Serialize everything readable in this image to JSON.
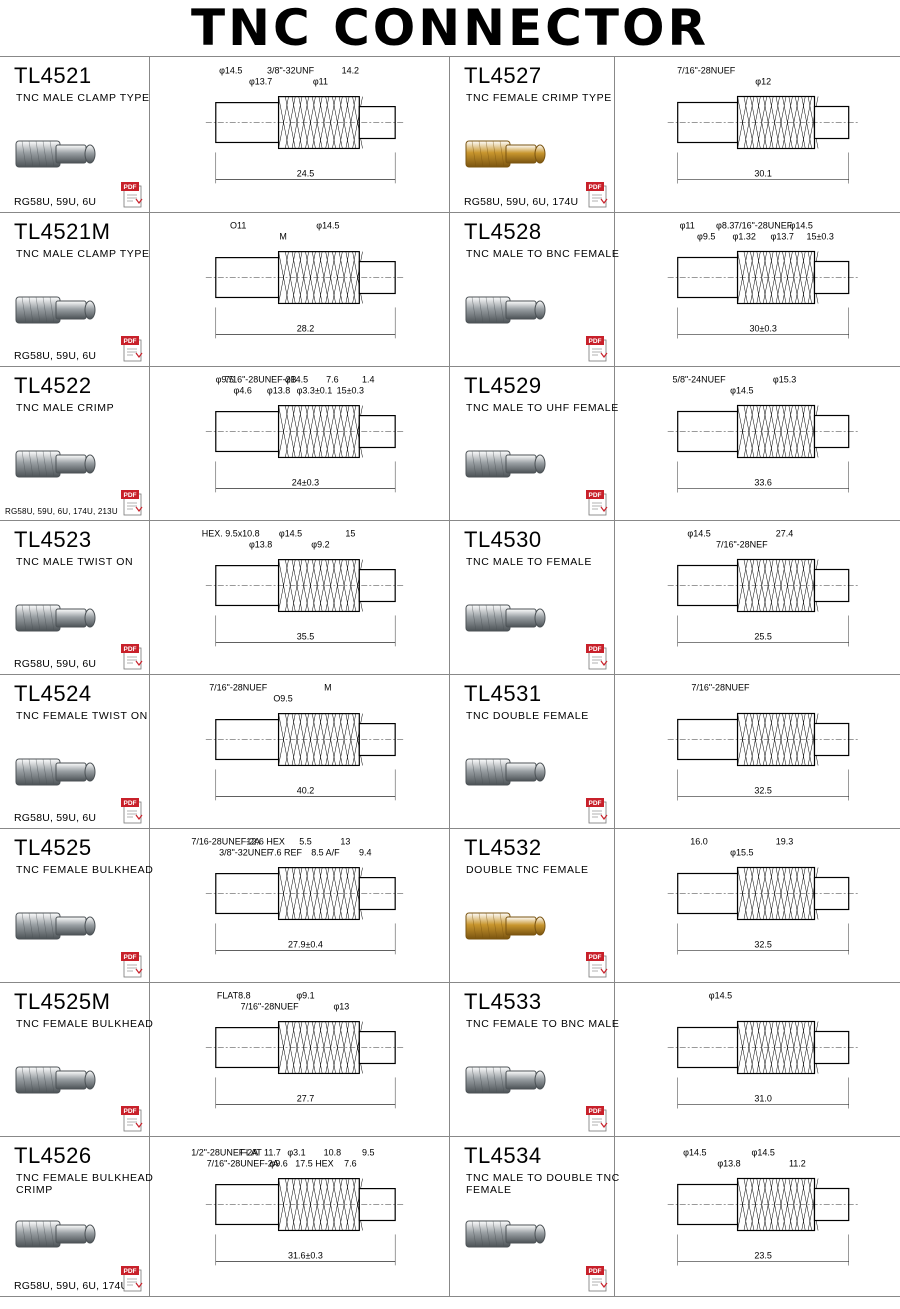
{
  "title": "TNC CONNECTOR",
  "colors": {
    "brass": "#c8962e",
    "nickel": "#9aa0a4",
    "pdf_red": "#c8202a",
    "grid": "#888888"
  },
  "pdf_label": "PDF",
  "products": [
    {
      "code": "TL4521",
      "desc": "TNC MALE CLAMP TYPE",
      "cable": "RG58U, 59U, 6U",
      "finish": "nickel",
      "dims": [
        "φ14.5",
        "φ13.7",
        "3/8\"-32UNF",
        "φ11",
        "14.2",
        "24.5"
      ]
    },
    {
      "code": "TL4527",
      "desc": "TNC FEMALE CRIMP TYPE",
      "cable": "RG58U, 59U, 6U, 174U",
      "finish": "brass",
      "dims": [
        "7/16\"-28NUEF",
        "φ12",
        "30.1"
      ]
    },
    {
      "code": "TL4521M",
      "desc": "TNC MALE CLAMP TYPE",
      "cable": "RG58U, 59U, 6U",
      "finish": "nickel",
      "dims": [
        "O11",
        "M",
        "φ14.5",
        "28.2"
      ]
    },
    {
      "code": "TL4528",
      "desc": "TNC MALE TO BNC FEMALE",
      "cable": "",
      "finish": "nickel",
      "dims": [
        "φ11",
        "φ9.5",
        "φ8.3",
        "φ1.32",
        "7/16\"-28UNEF",
        "φ13.7",
        "φ14.5",
        "15±0.3",
        "30±0.3"
      ]
    },
    {
      "code": "TL4522",
      "desc": "TNC MALE CRIMP",
      "cable": "RG58U, 59U, 6U, 174U, 213U",
      "finish": "nickel",
      "dims": [
        "φ9.5",
        "φ4.6",
        "7/16\"-28UNEF-2B",
        "φ13.8",
        "φ14.5",
        "φ3.3±0.1",
        "7.6",
        "15±0.3",
        "1.4",
        "24±0.3"
      ]
    },
    {
      "code": "TL4529",
      "desc": "TNC MALE TO UHF FEMALE",
      "cable": "",
      "finish": "nickel",
      "dims": [
        "5/8\"-24NUEF",
        "φ14.5",
        "φ15.3",
        "33.6"
      ]
    },
    {
      "code": "TL4523",
      "desc": "TNC MALE TWIST ON",
      "cable": "RG58U, 59U, 6U",
      "finish": "nickel",
      "dims": [
        "HEX. 9.5x10.8",
        "φ13.8",
        "φ14.5",
        "φ9.2",
        "15",
        "35.5"
      ]
    },
    {
      "code": "TL4530",
      "desc": "TNC MALE TO FEMALE",
      "cable": "",
      "finish": "nickel",
      "dims": [
        "φ14.5",
        "7/16\"-28NEF",
        "27.4",
        "25.5"
      ]
    },
    {
      "code": "TL4524",
      "desc": "TNC FEMALE TWIST ON",
      "cable": "RG58U, 59U, 6U",
      "finish": "nickel",
      "dims": [
        "7/16\"-28NUEF",
        "O9.5",
        "M",
        "40.2"
      ]
    },
    {
      "code": "TL4531",
      "desc": "TNC DOUBLE FEMALE",
      "cable": "",
      "finish": "nickel",
      "dims": [
        "7/16\"-28NUEF",
        "32.5"
      ]
    },
    {
      "code": "TL4525",
      "desc": "TNC FEMALE BULKHEAD",
      "cable": "",
      "finish": "nickel",
      "dims": [
        "7/16-28UNEF-2A",
        "3/8\"-32UNEF",
        "12.6 HEX",
        "7.6 REF",
        "5.5",
        "8.5 A/F",
        "13",
        "9.4",
        "27.9±0.4"
      ]
    },
    {
      "code": "TL4532",
      "desc": "DOUBLE TNC FEMALE",
      "cable": "",
      "finish": "brass",
      "dims": [
        "16.0",
        "φ15.5",
        "19.3",
        "32.5"
      ]
    },
    {
      "code": "TL4525M",
      "desc": "TNC FEMALE BULKHEAD",
      "cable": "",
      "finish": "nickel",
      "dims": [
        "FLAT8.8",
        "7/16\"-28NUEF",
        "φ9.1",
        "φ13",
        "27.7"
      ]
    },
    {
      "code": "TL4533",
      "desc": "TNC FEMALE TO BNC MALE",
      "cable": "",
      "finish": "nickel",
      "dims": [
        "φ14.5",
        "31.0"
      ]
    },
    {
      "code": "TL4526",
      "desc": "TNC FEMALE BULKHEAD CRIMP",
      "cable": "RG58U, 59U, 6U, 174U",
      "finish": "nickel",
      "dims": [
        "1/2\"-28UNEF-2A",
        "7/16\"-28UNEF-2A",
        "FLAT 11.7",
        "φ9.6",
        "φ3.1",
        "17.5 HEX",
        "10.8",
        "7.6",
        "9.5",
        "31.6±0.3"
      ]
    },
    {
      "code": "TL4534",
      "desc": "TNC MALE TO DOUBLE TNC FEMALE",
      "cable": "",
      "finish": "nickel",
      "dims": [
        "φ14.5",
        "φ13.8",
        "φ14.5",
        "11.2",
        "23.5"
      ]
    }
  ]
}
